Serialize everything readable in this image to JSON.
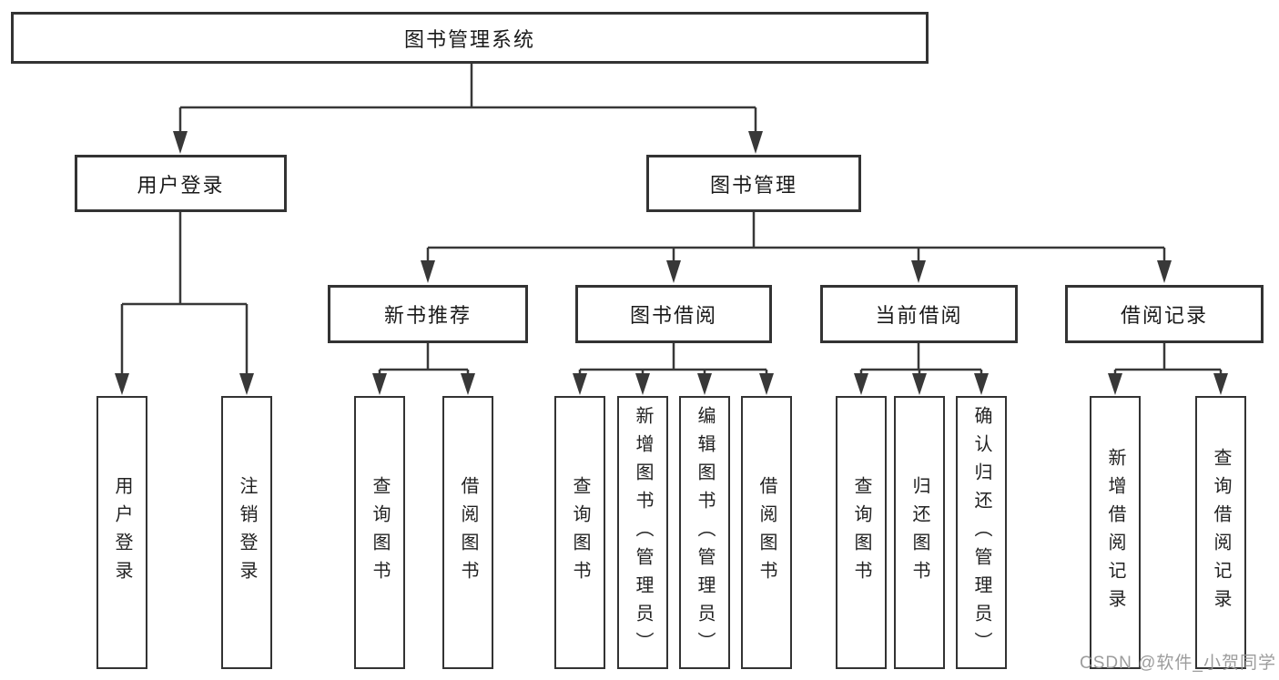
{
  "tree": {
    "root": {
      "label": "图书管理系统"
    },
    "branches": [
      {
        "label": "用户登录",
        "children": [
          {
            "label": "用户登录"
          },
          {
            "label": "注销登录"
          }
        ]
      },
      {
        "label": "图书管理",
        "modules": [
          {
            "label": "新书推荐",
            "children": [
              {
                "label": "查询图书"
              },
              {
                "label": "借阅图书"
              }
            ]
          },
          {
            "label": "图书借阅",
            "children": [
              {
                "label": "查询图书"
              },
              {
                "label": "新增图书（管理员）"
              },
              {
                "label": "编辑图书（管理员）"
              },
              {
                "label": "借阅图书"
              }
            ]
          },
          {
            "label": "当前借阅",
            "children": [
              {
                "label": "查询图书"
              },
              {
                "label": "归还图书"
              },
              {
                "label": "确认归还（管理员）"
              }
            ]
          },
          {
            "label": "借阅记录",
            "children": [
              {
                "label": "新增借阅记录"
              },
              {
                "label": "查询借阅记录"
              }
            ]
          }
        ]
      }
    ]
  },
  "watermark": {
    "text": "CSDN @软件_小贺同学"
  },
  "colors": {
    "line": "#383838",
    "box_border": "#333333",
    "box_fill": "#ffffff",
    "text": "#1a1a1a",
    "watermark": "#949494",
    "background": "#ffffff"
  }
}
